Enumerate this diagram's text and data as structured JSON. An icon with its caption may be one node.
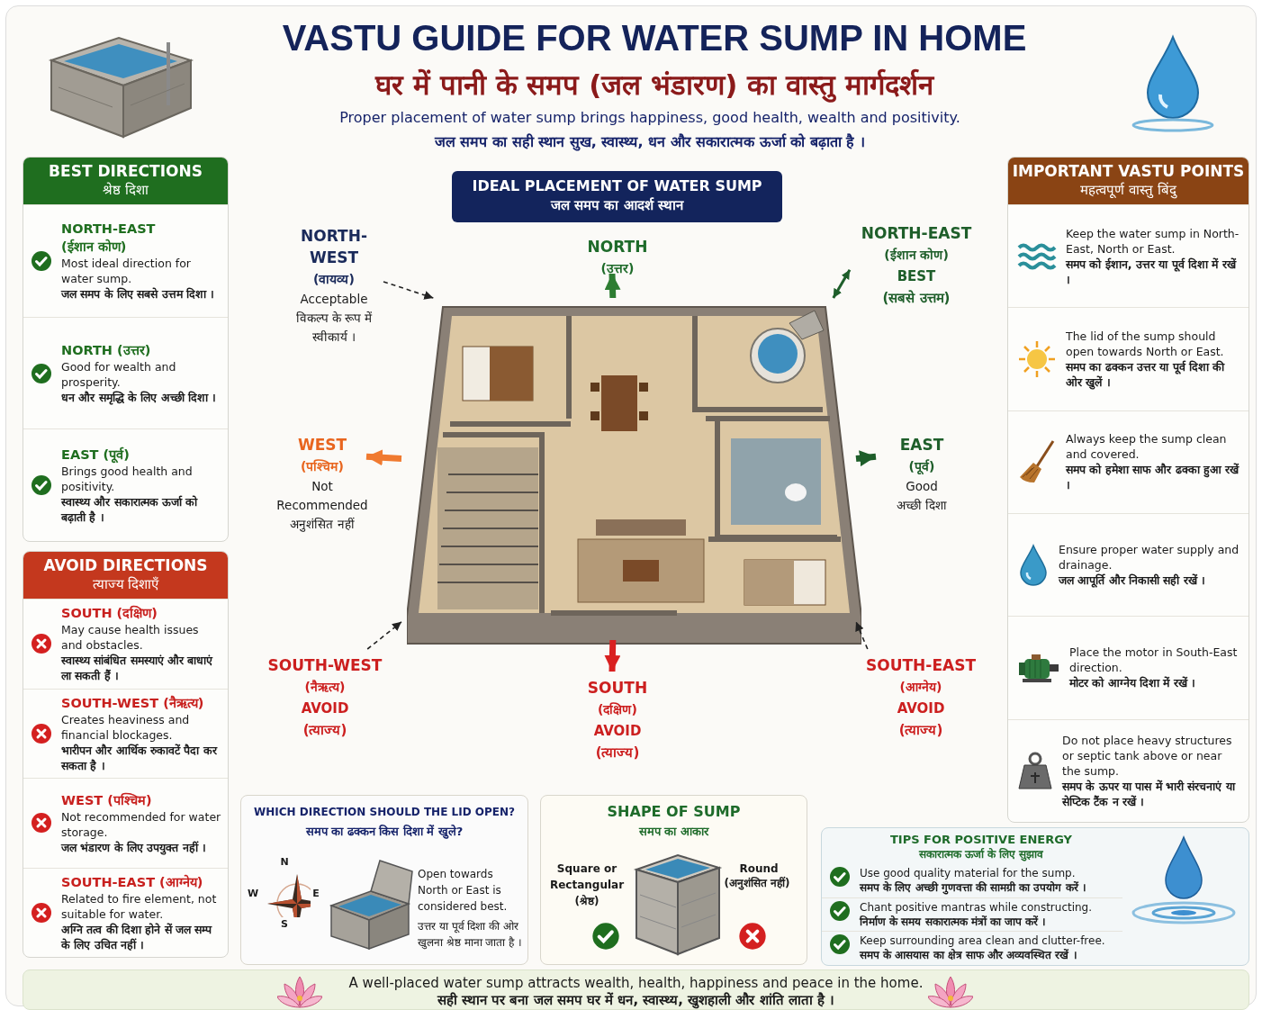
{
  "diagram": {
    "title": "VASTU GUIDE FOR WATER SUMP IN HOME",
    "nodes": [
      {
        "text": [
          "BEST DIRECTIONS",
          "श्रेष्ठ दिशा"
        ]
      },
      {
        "text": [
          "NORTH-EAST",
          "(ईशान कोण)",
          "Most ideal direction for water sump.",
          "जल समप के लिए सबसे उत्तम दिशा ।"
        ],
        "in": 0
      },
      {
        "text": [
          "NORTH (उत्तर)",
          "Good for wealth and prosperity.",
          "धन और समृद्धि के लिए अच्छी दिशा ।"
        ],
        "in": 0
      },
      {
        "text": [
          "EAST (पूर्व)",
          "Brings good health and positivity.",
          "स्वास्थ्य और सकारात्मक ऊर्जा को बढ़ाती है ।"
        ],
        "in": 0
      },
      {
        "text": [
          "AVOID DIRECTIONS",
          "त्याज्य दिशाएँ"
        ]
      },
      {
        "text": [
          "SOUTH (दक्षिण)",
          "May cause health issues and obstacles.",
          "स्वास्थ्य सांबंधित समस्याएं और बाधाएं ला सकती हैं ।"
        ],
        "in": 4
      },
      {
        "text": [
          "SOUTH-WEST (नैऋत्य)",
          "Creates heaviness and financial blockages.",
          "भारीपन और आर्थिक रुकावटें पैदा कर सकता है ।"
        ],
        "in": 4
      },
      {
        "text": [
          "WEST (पश्चिम)",
          "Not recommended for water storage.",
          "जल भंडारण के लिए उपयुक्त नहीं ।"
        ],
        "in": 4
      },
      {
        "text": [
          "SOUTH-EAST (आग्नेय)",
          "Related to fire element, not suitable for water.",
          "अग्नि तत्व की दिशा होने सें जल सम्प के लिए उचित नहीं ।"
        ],
        "in": 4
      },
      {
        "text": [
          "IDEAL PLACEMENT OF WATER SUMP",
          "जल समप का आदर्श स्थान"
        ]
      },
      {
        "text": [],
        "shape": "picture"
      },
      {
        "text": [
          "NORTH-WEST",
          "(वायव्य)",
          "Acceptable",
          "विकल्प के रूप में स्वीकार्य ।"
        ]
      },
      {
        "text": [
          "NORTH",
          "(उत्तर)"
        ]
      },
      {
        "text": [
          "NORTH-EAST",
          "(ईशान कोण)",
          "BEST",
          "(सबसे उत्तम)"
        ]
      },
      {
        "text": [
          "WEST",
          "(पश्चिम)",
          "Not Recommended",
          "अनुशंसित नहीं"
        ]
      },
      {
        "text": [
          "EAST",
          "(पूर्व)",
          "Good",
          "अच्छी दिशा"
        ]
      },
      {
        "text": [
          "SOUTH-WEST",
          "(नैऋत्य)",
          "AVOID",
          "(त्याज्य)"
        ]
      },
      {
        "text": [
          "SOUTH",
          "(दक्षिण)",
          "AVOID",
          "(त्याज्य)"
        ]
      },
      {
        "text": [
          "SOUTH-EAST",
          "(आग्नेय)",
          "AVOID",
          "(त्याज्य)"
        ]
      },
      {
        "text": [
          "IMPORTANT VASTU POINTS",
          "महत्वपूर्ण वास्तु बिंदु"
        ]
      },
      {
        "text": [
          "Keep the water sump in North-East, North or East.",
          "समप को ईशान, उत्तर या पूर्व दिशा में रखें ।"
        ],
        "in": 19
      },
      {
        "text": [
          "The lid of the sump should open towards North or East.",
          "समप का ढक्कन उत्तर या पूर्व दिशा की ओर खुलें ।"
        ],
        "in": 19
      },
      {
        "text": [
          "Always keep the sump clean and covered.",
          "समप को हमेशा साफ और ढक्का हुआ रखें ।"
        ],
        "in": 19
      },
      {
        "text": [
          "Ensure proper water supply and drainage.",
          "जल आपूर्ति और निकासी सही रखें ।"
        ],
        "in": 19
      },
      {
        "text": [
          "Place the motor in South-East direction.",
          "मोटर को आग्नेय दिशा में रखें ।"
        ],
        "in": 19
      },
      {
        "text": [
          "Do not place heavy structures or septic tank above or near the sump.",
          "समप के ऊपर या पास में भारी संरचनाएं या सेप्टिक टैंक न रखें ।"
        ],
        "in": 19
      },
      {
        "text": [
          "WHICH DIRECTION SHOULD THE LID OPEN?",
          "समप का ढक्कन किस दिशा में खुले?",
          "Open towards North or East is considered best.",
          "उत्तर या पूर्व दिशा की ओर खुलना श्रेष्ठ माना जाता है ।"
        ]
      },
      {
        "text": [
          "SHAPE OF SUMP",
          "समप का आकार",
          "Square or Rectangular",
          "(श्रेष्ठ)",
          "Round",
          "(अनुशंसित नहीं)"
        ]
      },
      {
        "text": [
          "TIPS FOR POSITIVE ENERGY",
          "सकारात्मक ऊर्जा के लिए सुझाव"
        ]
      },
      {
        "text": [
          "Use good quality material for the sump.",
          "समप के लिए अच्छी गुणवत्ता की सामग्री का उपयोग करें ।"
        ],
        "in": 28
      },
      {
        "text": [
          "Chant positive mantras while constructing.",
          "निर्माण के समय सकारात्मक मंत्रों का जाप करें ।"
        ],
        "in": 28
      },
      {
        "text": [
          "Keep surrounding area clean and clutter-free.",
          "समप के आसयास का क्षेत्र साफ और अव्यवस्थित रखें ।"
        ],
        "in": 28
      },
      {
        "text": [
          "A well-placed water sump attracts wealth, health, happiness and peace in the home.",
          "सही स्थान पर बना जल समप घर में धन, स्वास्थ्य, खुशहाली और शांति लाता है ।"
        ]
      }
    ],
    "edges": [
      {
        "from": 11,
        "to": 10,
        "arrow": "to",
        "style": "dashed"
      },
      {
        "from": 10,
        "to": 12,
        "arrow": "to",
        "style": "thick",
        "color": "#2e7d32"
      },
      {
        "from": 10,
        "to": 13,
        "arrow": "both",
        "color": "#1e5e2a"
      },
      {
        "from": 10,
        "to": 14,
        "arrow": "to",
        "style": "thick",
        "color": "#f07a30"
      },
      {
        "from": 10,
        "to": 15,
        "arrow": "to",
        "style": "thick",
        "color": "#1e5e2a"
      },
      {
        "from": 16,
        "to": 10,
        "arrow": "to",
        "style": "dashed"
      },
      {
        "from": 10,
        "to": 17,
        "arrow": "to",
        "style": "thick",
        "color": "#d92020"
      },
      {
        "from": 18,
        "to": 10,
        "arrow": "to",
        "style": "dashed"
      }
    ],
    "labels": [
      "घर में पानी के समप (जल भंडारण) का वास्तु मार्गदर्शन",
      "Proper placement of water sump brings happiness, good health, wealth and positivity.",
      "जल समप का सही स्थान सुख, स्वास्थ्य, धन और सकारात्मक ऊर्जा को बढ़ाता है ।",
      "N",
      "W",
      "E",
      "S"
    ]
  }
}
